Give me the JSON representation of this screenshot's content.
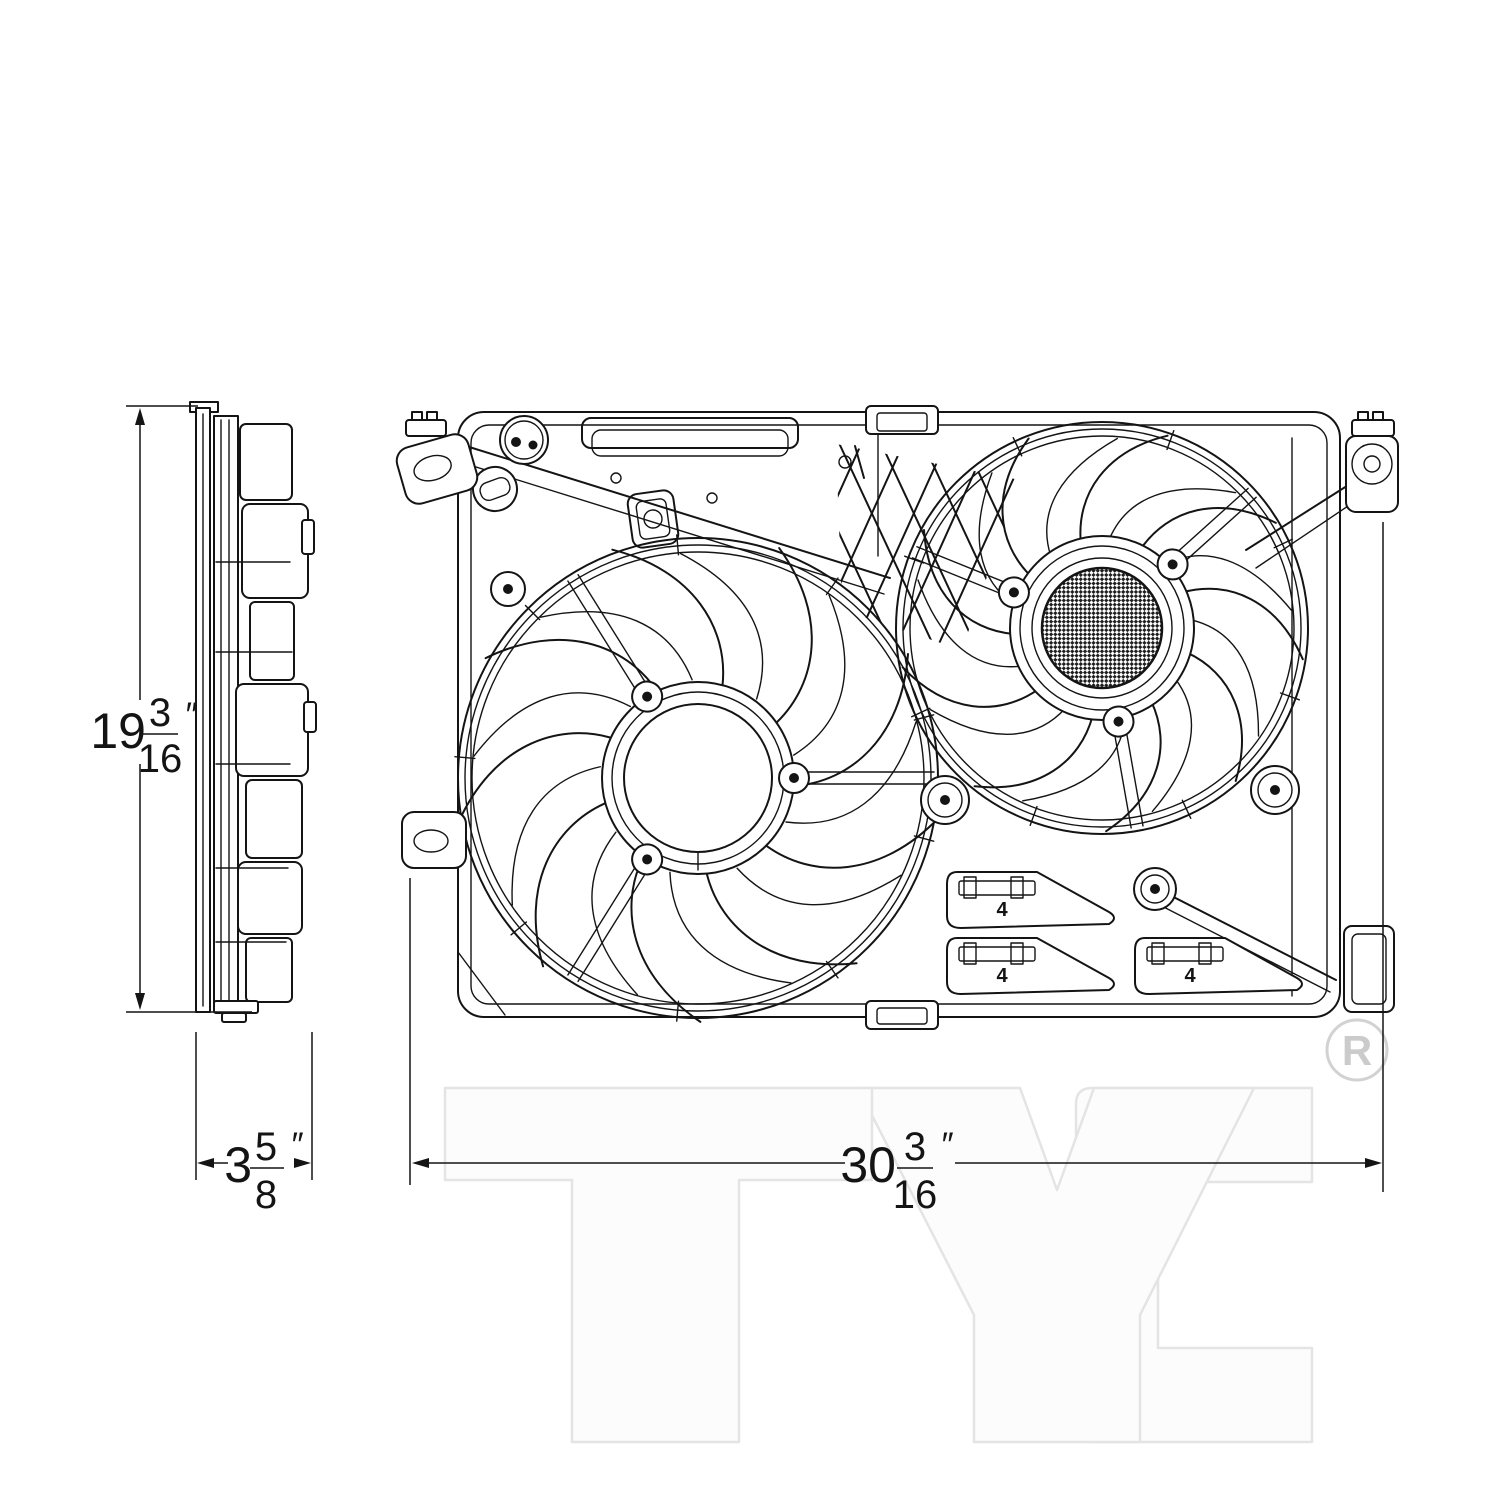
{
  "title": "Dual radiator cooling fan assembly technical line drawing",
  "colors": {
    "background": "#ffffff",
    "line": "#141414",
    "watermark_fill": "#fcfcfc",
    "watermark_edge": "#e4e4e4",
    "registered_mark": "#cbcbcb",
    "mesh_dark": "#1f1f1f"
  },
  "dimensions": {
    "height": {
      "whole": "19",
      "numerator": "3",
      "denominator": "16",
      "unit": "″"
    },
    "depth": {
      "whole": "3",
      "numerator": "5",
      "denominator": "8",
      "unit": "″"
    },
    "width": {
      "whole": "30",
      "numerator": "3",
      "denominator": "16",
      "unit": "″"
    }
  },
  "connector_labels": {
    "block_1": "4",
    "block_2": "4",
    "block_3": "4"
  },
  "watermark": {
    "brand": "TYC",
    "registered_mark": "R"
  }
}
